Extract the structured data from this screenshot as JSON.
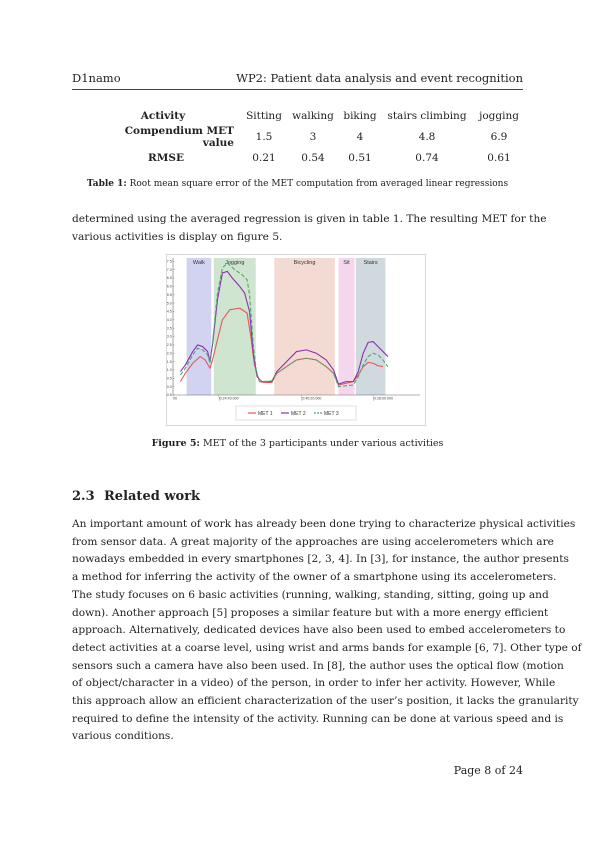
{
  "header": {
    "left": "D1namo",
    "right": "WP2: Patient data analysis and event recognition"
  },
  "table": {
    "columns": [
      "Activity",
      "Sitting",
      "walking",
      "biking",
      "stairs climbing",
      "jogging"
    ],
    "rows": [
      [
        "Compendium MET value",
        "1.5",
        "3",
        "4",
        "4.8",
        "6.9"
      ],
      [
        "RMSE",
        "0.21",
        "0.54",
        "0.51",
        "0.74",
        "0.61"
      ]
    ],
    "caption_label": "Table 1:",
    "caption_text": " Root mean square error of the MET computation from averaged linear regressions"
  },
  "para1": [
    "determined using the averaged regression is given in table 1.  The resulting MET for the",
    "various activities is display on figure 5."
  ],
  "figure": {
    "caption_label": "Figure 5:",
    "caption_text": " MET of the 3 participants under various activities"
  },
  "chart_data": {
    "type": "line",
    "title": "",
    "xlabel": "",
    "ylabel": "",
    "y_ticks": [
      "7.5",
      "7.0",
      "6.5",
      "6.0",
      "5.5",
      "5.0",
      "4.5",
      "4.0",
      "3.5",
      "3.0",
      "2.5",
      "2.0",
      "1.5",
      "1.0",
      "0.5",
      "0.0",
      "-0.5"
    ],
    "ylim": [
      -0.5,
      7.7
    ],
    "xlim": [
      0,
      100
    ],
    "x_tick_labels": [
      {
        "x": 0,
        "label": "00"
      },
      {
        "x": 18.5,
        "label": "[0:24:43.000"
      },
      {
        "x": 52,
        "label": "[0:45:20.000"
      },
      {
        "x": 81,
        "label": "[0:28:00.000"
      }
    ],
    "regions": [
      {
        "label": "Walk",
        "from": 5.5,
        "to": 15.5,
        "color": "#c5c8ec"
      },
      {
        "label": "Jogging",
        "from": 16.5,
        "to": 33.5,
        "color": "#c4dfc4"
      },
      {
        "label": "Bicycling",
        "from": 41,
        "to": 65.5,
        "color": "#f0d2c8"
      },
      {
        "label": "Sit",
        "from": 67,
        "to": 73.5,
        "color": "#f3cde9"
      },
      {
        "label": "Stairs",
        "from": 74,
        "to": 86,
        "color": "#c3cfd6"
      }
    ],
    "legend_position": "bottom",
    "series": [
      {
        "name": "MET 1",
        "color": "#e05a5a",
        "dash": "",
        "points": [
          [
            3,
            0.3
          ],
          [
            5,
            0.8
          ],
          [
            8,
            1.4
          ],
          [
            11,
            1.8
          ],
          [
            13,
            1.6
          ],
          [
            15,
            1.1
          ],
          [
            16,
            1.6
          ],
          [
            18,
            2.8
          ],
          [
            20,
            4.0
          ],
          [
            23,
            4.6
          ],
          [
            27,
            4.7
          ],
          [
            30,
            4.4
          ],
          [
            31.5,
            3.0
          ],
          [
            33,
            1.3
          ],
          [
            35,
            0.3
          ],
          [
            37,
            0.25
          ],
          [
            40,
            0.25
          ],
          [
            42,
            0.8
          ],
          [
            46,
            1.2
          ],
          [
            50,
            1.6
          ],
          [
            54,
            1.7
          ],
          [
            58,
            1.6
          ],
          [
            62,
            1.2
          ],
          [
            65,
            0.8
          ],
          [
            67,
            0.1
          ],
          [
            70,
            0.2
          ],
          [
            73,
            0.3
          ],
          [
            75,
            0.7
          ],
          [
            77,
            1.2
          ],
          [
            79,
            1.45
          ],
          [
            81,
            1.4
          ],
          [
            83,
            1.25
          ],
          [
            85,
            1.2
          ]
        ]
      },
      {
        "name": "MET 2",
        "color": "#8d2fb0",
        "dash": "",
        "points": [
          [
            3,
            0.9
          ],
          [
            5,
            1.3
          ],
          [
            8,
            2.1
          ],
          [
            10,
            2.5
          ],
          [
            12,
            2.4
          ],
          [
            14,
            2.1
          ],
          [
            15,
            1.5
          ],
          [
            16,
            2.5
          ],
          [
            18,
            5.2
          ],
          [
            20,
            6.8
          ],
          [
            22,
            6.9
          ],
          [
            24,
            6.5
          ],
          [
            27,
            6.0
          ],
          [
            29,
            5.6
          ],
          [
            31,
            4.5
          ],
          [
            32.5,
            2.0
          ],
          [
            34,
            0.6
          ],
          [
            36,
            0.3
          ],
          [
            40,
            0.3
          ],
          [
            42,
            0.9
          ],
          [
            46,
            1.5
          ],
          [
            50,
            2.1
          ],
          [
            54,
            2.2
          ],
          [
            58,
            2.0
          ],
          [
            62,
            1.6
          ],
          [
            65,
            1.0
          ],
          [
            67,
            0.15
          ],
          [
            70,
            0.3
          ],
          [
            73,
            0.3
          ],
          [
            75,
            0.9
          ],
          [
            77,
            2.0
          ],
          [
            79,
            2.65
          ],
          [
            81,
            2.7
          ],
          [
            83,
            2.4
          ],
          [
            85,
            2.1
          ],
          [
            87,
            1.8
          ]
        ]
      },
      {
        "name": "MET 3",
        "color": "#4fa86b",
        "dash": "4,2",
        "points": [
          [
            3,
            0.7
          ],
          [
            5,
            1.1
          ],
          [
            8,
            1.9
          ],
          [
            10,
            2.3
          ],
          [
            12,
            2.2
          ],
          [
            14,
            1.9
          ],
          [
            15,
            1.4
          ],
          [
            16,
            2.6
          ],
          [
            18,
            5.6
          ],
          [
            20,
            7.1
          ],
          [
            22,
            7.4
          ],
          [
            25,
            7.0
          ],
          [
            28,
            6.7
          ],
          [
            30,
            6.4
          ],
          [
            31,
            5.5
          ],
          [
            32.5,
            2.5
          ],
          [
            34,
            0.6
          ],
          [
            36,
            0.3
          ],
          [
            40,
            0.35
          ],
          [
            42,
            0.8
          ],
          [
            46,
            1.2
          ],
          [
            50,
            1.6
          ],
          [
            54,
            1.7
          ],
          [
            58,
            1.6
          ],
          [
            62,
            1.2
          ],
          [
            65,
            0.8
          ],
          [
            67,
            0.0
          ],
          [
            70,
            0.05
          ],
          [
            73,
            0.1
          ],
          [
            75,
            0.6
          ],
          [
            77,
            1.3
          ],
          [
            79,
            1.8
          ],
          [
            81,
            2.0
          ],
          [
            83,
            1.9
          ],
          [
            85,
            1.6
          ],
          [
            87,
            1.2
          ]
        ]
      }
    ]
  },
  "section": {
    "number": "2.3",
    "title": "Related work"
  },
  "para2": [
    "An important amount of work has already been done trying to characterize physical activities",
    "from sensor data. A great majority of the approaches are using accelerometers which are",
    "nowadays embedded in every smartphones [2, 3, 4]. In [3], for instance, the author presents",
    "a method for inferring the activity of the owner of a smartphone using its accelerometers.",
    "The study focuses on 6 basic activities (running, walking, standing, sitting, going up and",
    "down).  Another approach [5] proposes a similar feature but with a more energy efficient",
    "approach. Alternatively, dedicated devices have also been used to embed accelerometers to",
    "detect activities at a coarse level, using wrist and arms bands for example [6, 7]. Other type of",
    "sensors such a camera have also been used. In [8], the author uses the optical flow (motion",
    "of object/character in a video) of the person, in order to infer her activity. However, While",
    "this approach allow an efficient characterization of the user’s position, it lacks the granularity",
    "required to define the intensity of the activity. Running can be done at various speed and is",
    "various conditions."
  ],
  "footer": {
    "page": "Page 8 of 24"
  }
}
